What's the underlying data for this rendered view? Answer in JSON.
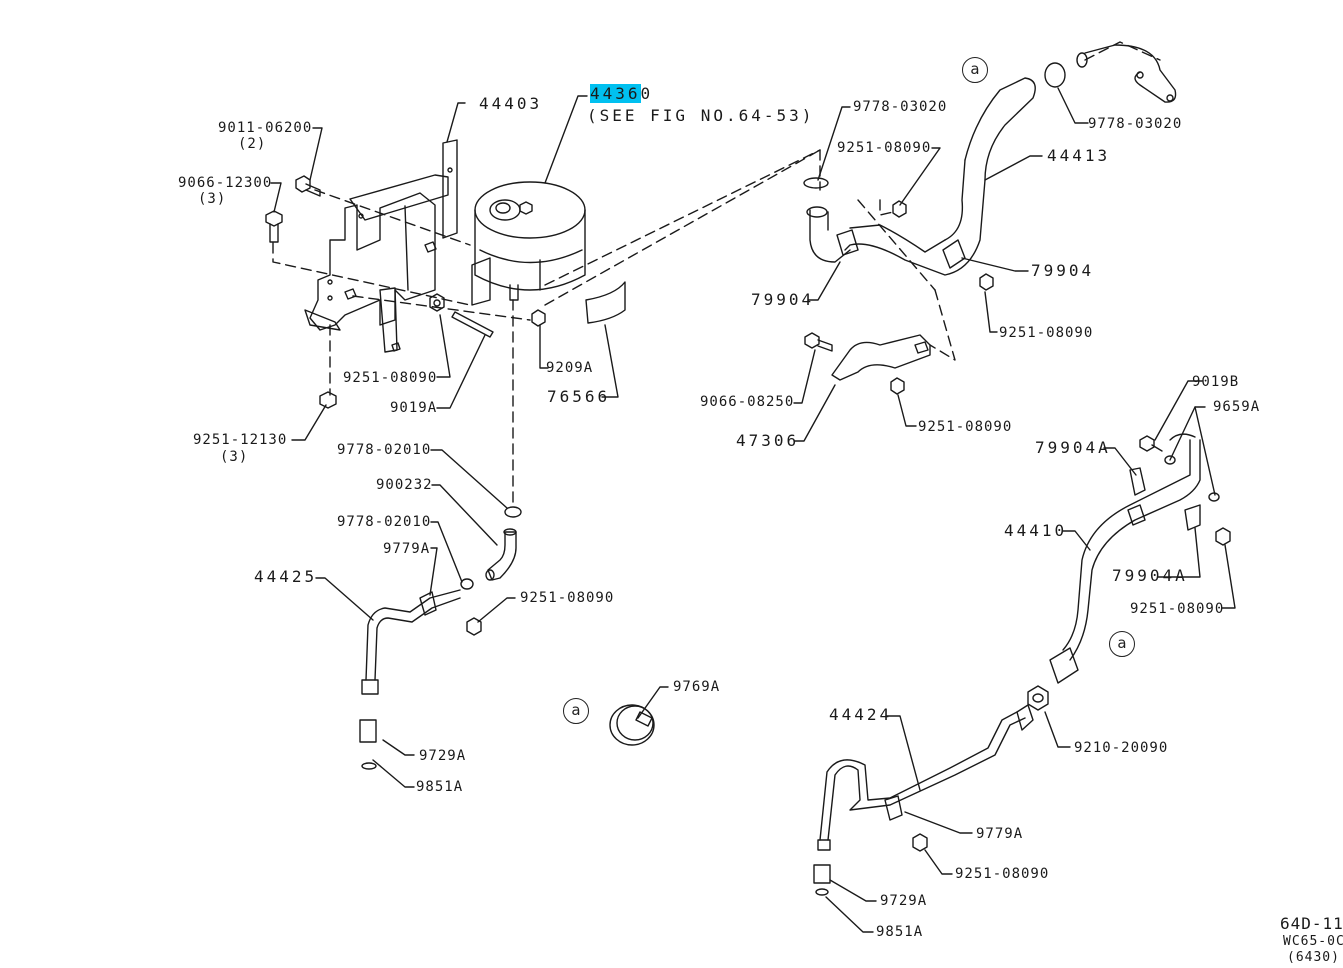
{
  "figure": {
    "highlighted_part": "44360",
    "highlight_color": "#00c0f0",
    "figure_no": "64D-11",
    "model_code": "WC65-0C",
    "sub_code": "(6430)"
  },
  "labels": {
    "p44360": {
      "hl": "4436",
      "rest": "0"
    },
    "p44360_note": "(SEE FIG NO.64-53)",
    "p44403": "44403",
    "p9011_06200": "9011-06200",
    "p9011_06200_qty": "(2)",
    "p9066_12300": "9066-12300",
    "p9066_12300_qty": "(3)",
    "p9251_08090_a": "9251-08090",
    "p9019A": "9019A",
    "p9209A": "9209A",
    "p76566": "76566",
    "p9251_12130": "9251-12130",
    "p9251_12130_qty": "(3)",
    "p9778_02010_a": "9778-02010",
    "p900232": "900232",
    "p9778_02010_b": "9778-02010",
    "p9779A_a": "9779A",
    "p44425": "44425",
    "p9251_08090_b": "9251-08090",
    "p9729A_a": "9729A",
    "p9851A_a": "9851A",
    "p9769A": "9769A",
    "p9778_03020_a": "9778-03020",
    "p9778_03020_b": "9778-03020",
    "p9251_08090_c": "9251-08090",
    "p44413": "44413",
    "p79904_a": "79904",
    "p79904_b": "79904",
    "p9251_08090_d": "9251-08090",
    "p9066_08250": "9066-08250",
    "p47306": "47306",
    "p9251_08090_e": "9251-08090",
    "p9019B": "9019B",
    "p9659A": "9659A",
    "p79904A_a": "79904A",
    "p44410": "44410",
    "p79904A_b": "79904A",
    "p9251_08090_f": "9251-08090",
    "p44424": "44424",
    "p9210_20090": "9210-20090",
    "p9779A_b": "9779A",
    "p9251_08090_g": "9251-08090",
    "p9729A_b": "9729A",
    "p9851A_b": "9851A"
  },
  "refs": {
    "a1": "a",
    "a2": "a",
    "a3": "a"
  }
}
